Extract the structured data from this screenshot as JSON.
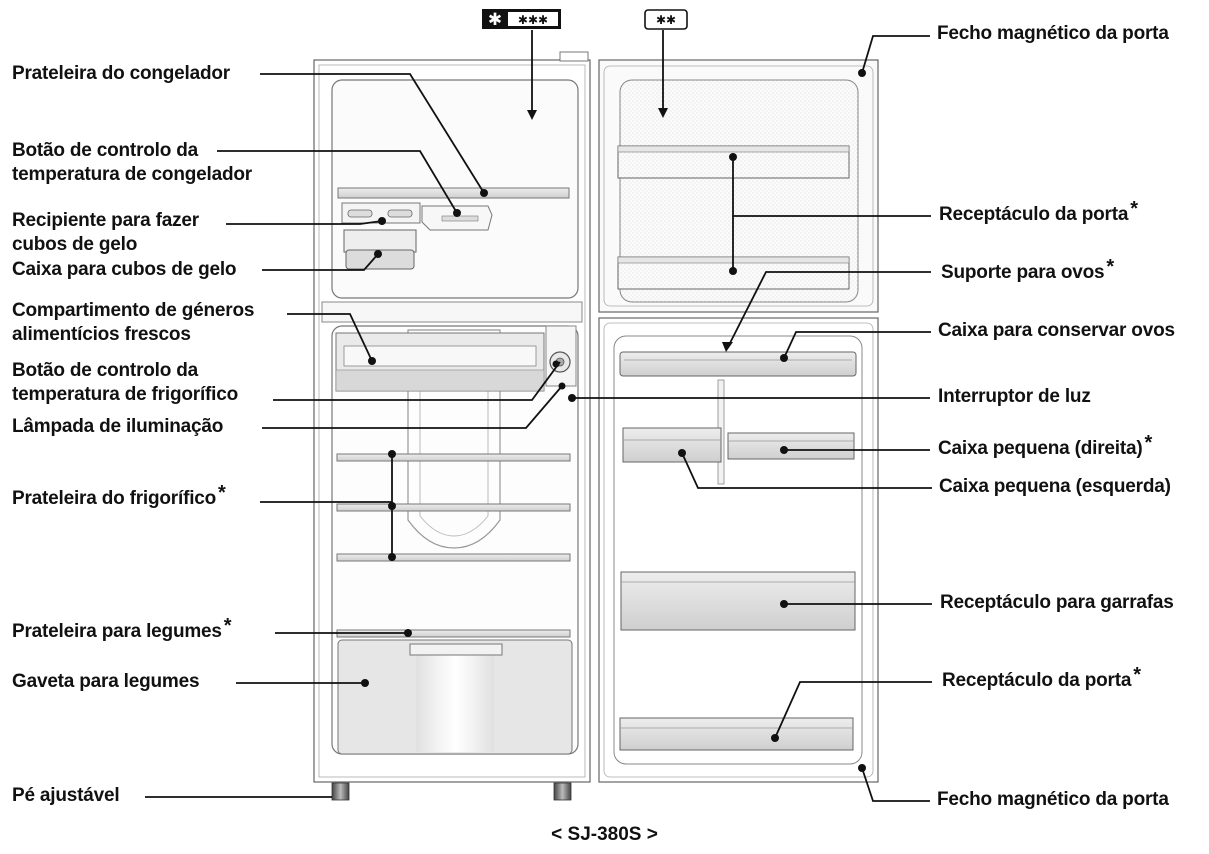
{
  "badges": {
    "freezer": {
      "lead": "✱",
      "stars": "✱✱✱"
    },
    "door": {
      "stars": "✱✱"
    }
  },
  "left_labels": {
    "freezer_shelf": "Prateleira do congelador",
    "freezer_temp_line1": "Botão de controlo da",
    "freezer_temp_line2": "temperatura de congelador",
    "ice_tray_line1": "Recipiente para fazer",
    "ice_tray_line2": "cubos de gelo",
    "ice_box": "Caixa para cubos de gelo",
    "fresh_line1": "Compartimento de géneros",
    "fresh_line2": "alimentícios frescos",
    "fridge_temp_line1": "Botão de controlo da",
    "fridge_temp_line2": "temperatura de frigorífico",
    "lamp": "Lâmpada de iluminação",
    "fridge_shelf": "Prateleira do frigorífico",
    "veg_shelf": "Prateleira para legumes",
    "veg_drawer": "Gaveta para legumes",
    "foot": "Pé ajustável"
  },
  "right_labels": {
    "magnet_top": "Fecho magnético da porta",
    "door_pocket_top": "Receptáculo da porta",
    "egg_holder": "Suporte para ovos",
    "egg_case": "Caixa para conservar ovos",
    "light_switch": "Interruptor de luz",
    "small_case_right": "Caixa pequena (direita)",
    "small_case_left": "Caixa pequena (esquerda)",
    "bottle_pocket": "Receptáculo para garrafas",
    "door_pocket_bottom": "Receptáculo da porta",
    "magnet_bottom": "Fecho magnético da porta"
  },
  "asterisk": "*",
  "caption": "< SJ-380S >",
  "colors": {
    "line": "#111111",
    "cabinet_stroke": "#555555",
    "shelf_fill": "#d9d9d9",
    "door_fill": "#f2f2f2"
  }
}
